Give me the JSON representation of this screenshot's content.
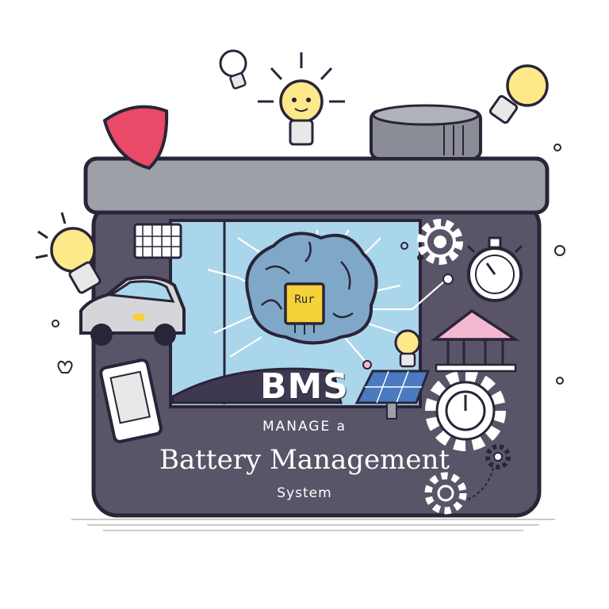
{
  "chip_label": "Rur",
  "title": "BMS",
  "subtitle_line": "MANAGE a",
  "headline": "Battery Management",
  "tagline": "System",
  "icons": [
    "battery-body",
    "battery-terminal-cap",
    "brain-icon",
    "microchip-icon",
    "shield-icon",
    "lightbulb-icon",
    "car-icon",
    "smartphone-icon",
    "solar-panel-icon",
    "gear-icon",
    "stopwatch-icon",
    "gazebo-icon",
    "circuit-board-icon",
    "heart-icon"
  ],
  "colors": {
    "battery_body": "#5a5468",
    "battery_lid": "#9ea0a8",
    "window": "#a9d6ea",
    "outline": "#2a2438",
    "bulb": "#fde88a",
    "shield": "#e84a68",
    "chip": "#f4d238",
    "roof": "#f4b8d0"
  }
}
